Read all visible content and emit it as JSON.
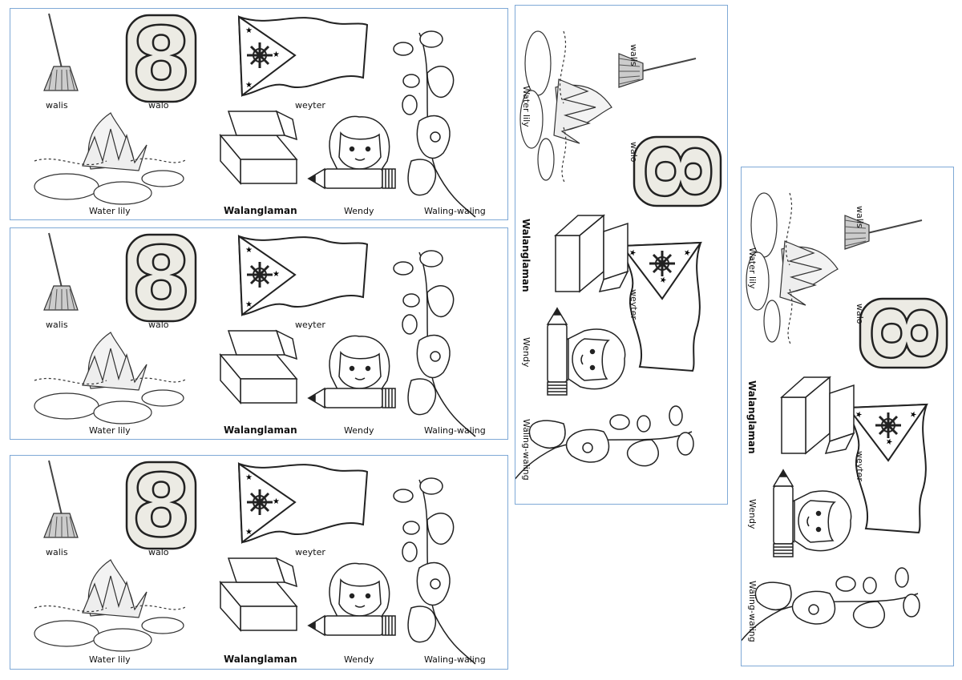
{
  "words": {
    "walis": "walis",
    "walo": "walo",
    "weyter": "weyter",
    "waterlily": "Water lily",
    "walanglaman": "Walanglaman",
    "wendy": "Wendy",
    "waling": "Waling-waling"
  },
  "number": "8",
  "icons": [
    "broom-icon",
    "number-eight-icon",
    "flag-icon",
    "orchid-icon",
    "water-lily-icon",
    "empty-box-icon",
    "girl-icon",
    "pencil-icon"
  ]
}
